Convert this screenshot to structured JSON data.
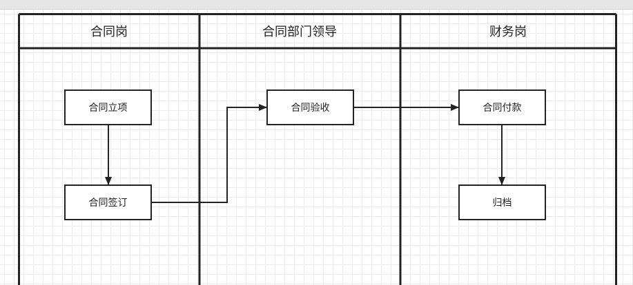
{
  "diagram": {
    "lanes": [
      {
        "id": "lane-contract-post",
        "title": "合同岗"
      },
      {
        "id": "lane-dept-leader",
        "title": "合同部门领导"
      },
      {
        "id": "lane-finance",
        "title": "财务岗"
      }
    ],
    "nodes": [
      {
        "id": "contract-initiation",
        "label": "合同立项"
      },
      {
        "id": "contract-signing",
        "label": "合同签订"
      },
      {
        "id": "contract-acceptance",
        "label": "合同验收"
      },
      {
        "id": "contract-payment",
        "label": "合同付款"
      },
      {
        "id": "archiving",
        "label": "归档"
      }
    ]
  },
  "colors": {
    "line": "#222222",
    "grid": "#ececec",
    "background": "#ffffff"
  }
}
